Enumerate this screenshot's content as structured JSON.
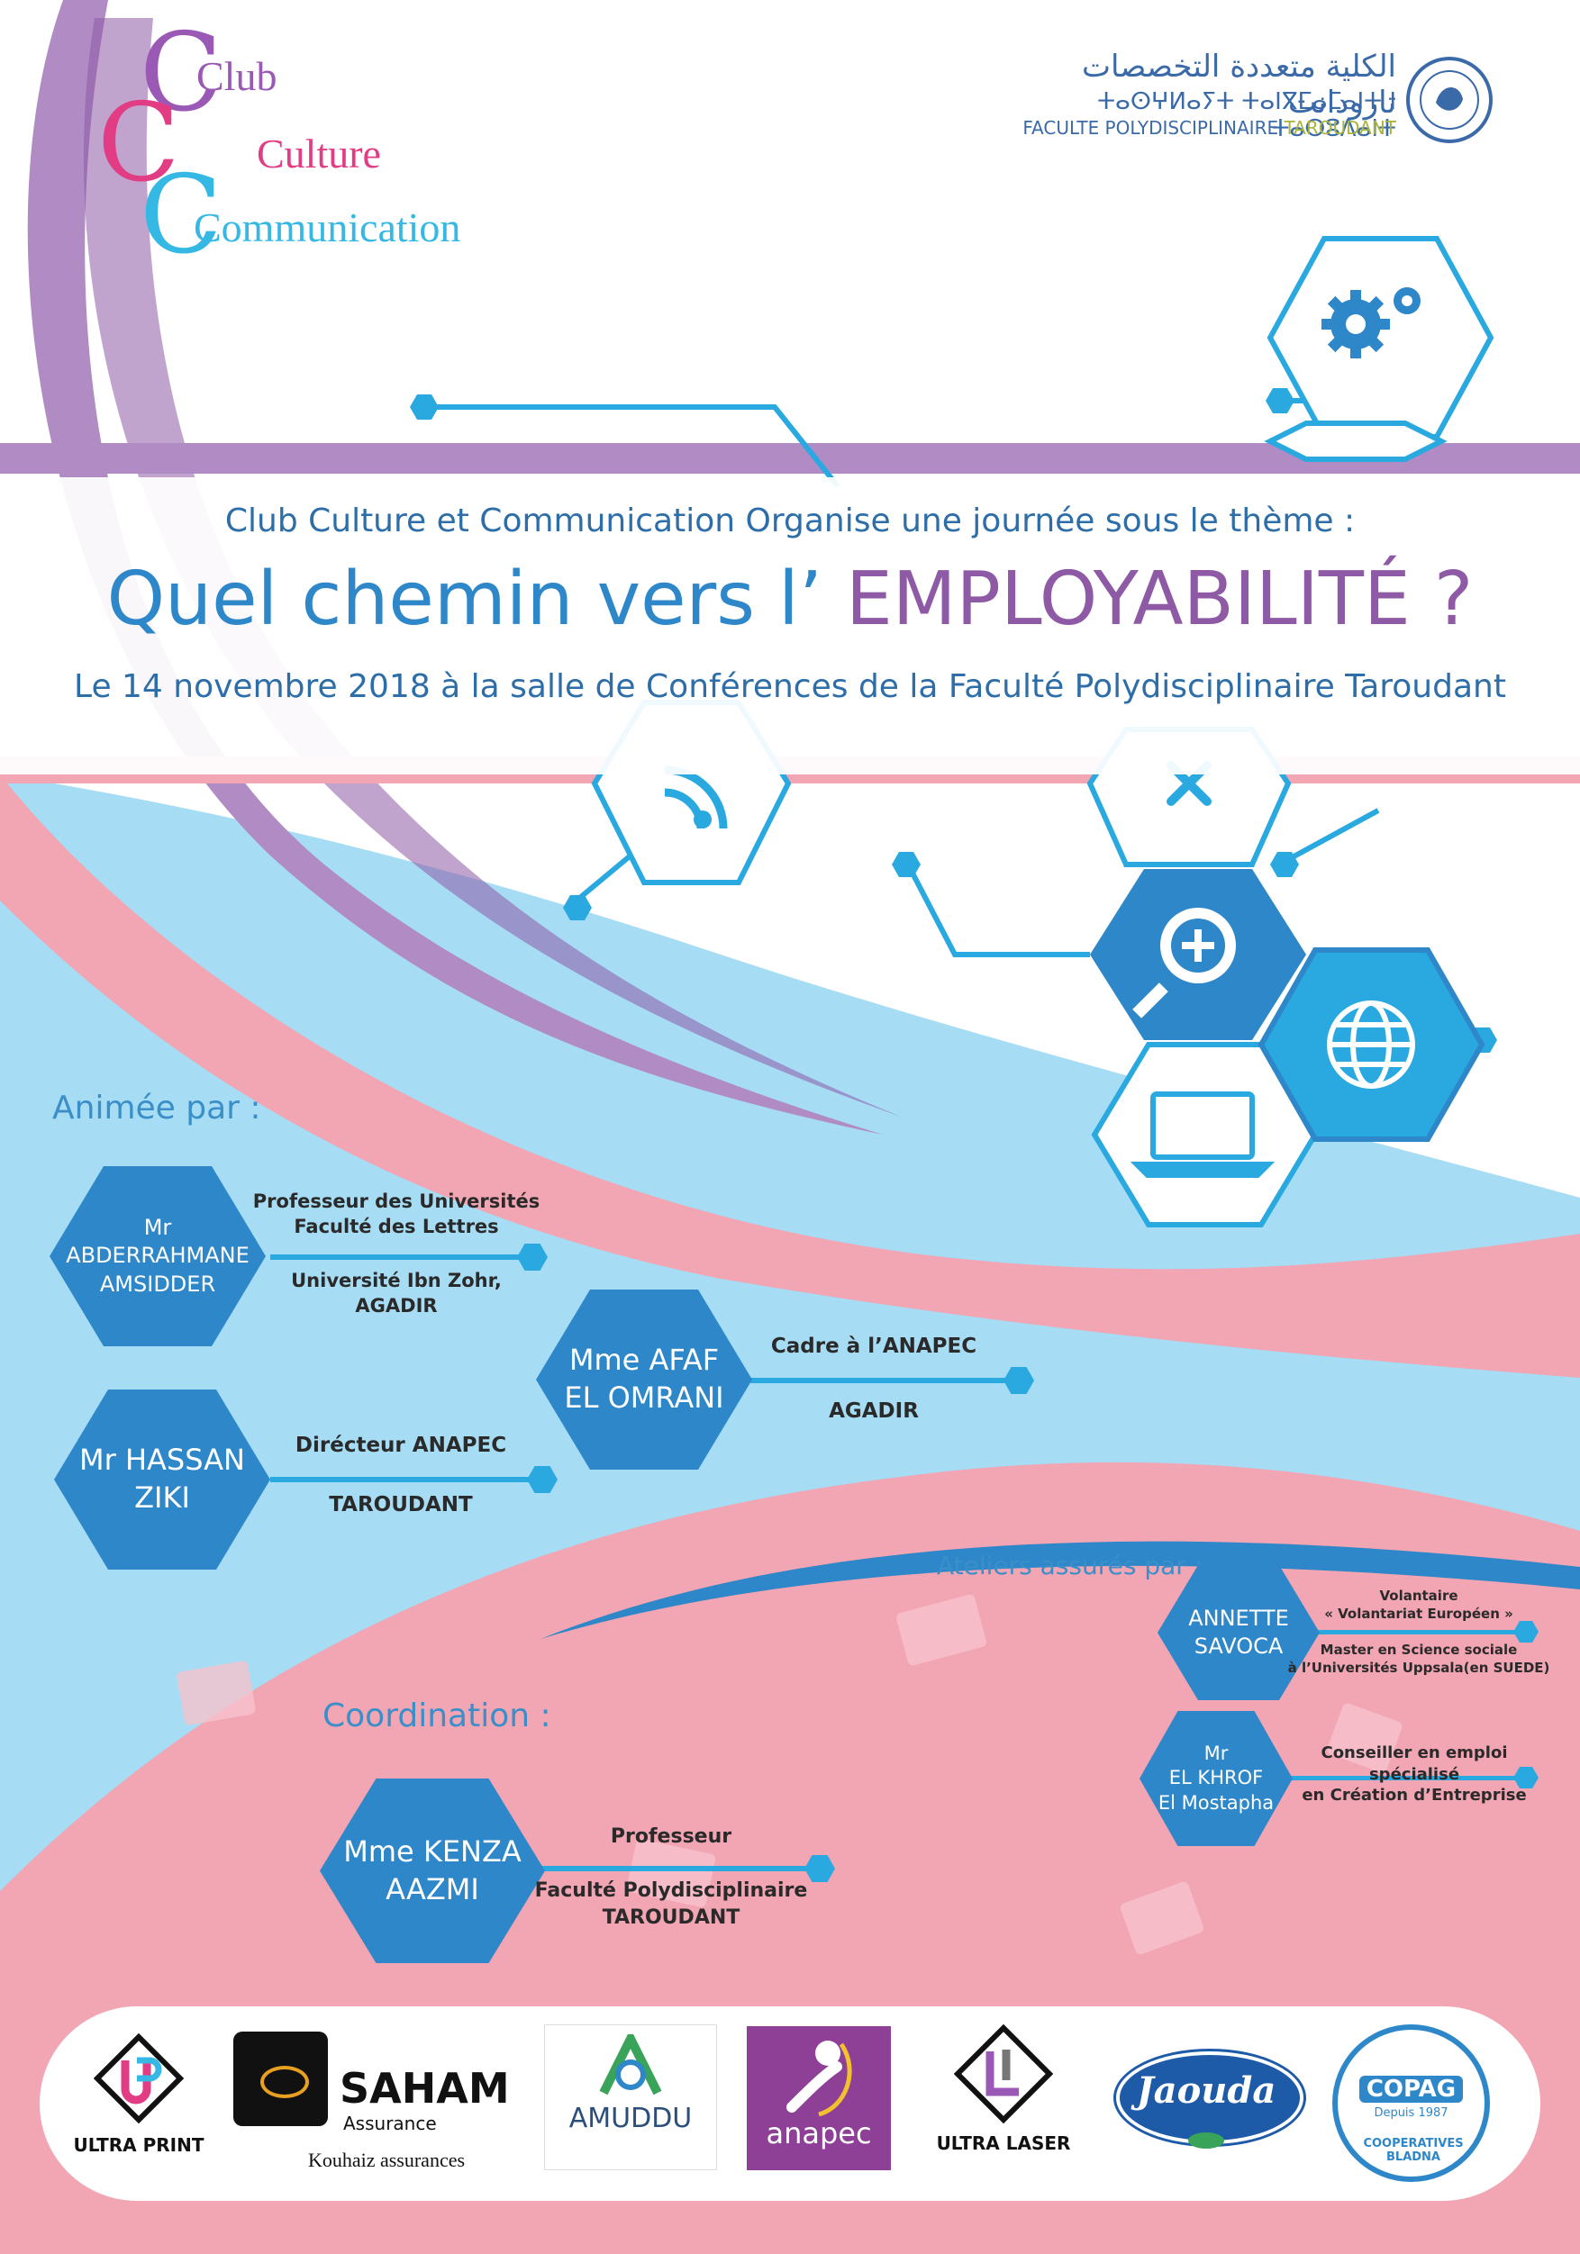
{
  "club_logo": {
    "letters": [
      "C",
      "C",
      "C"
    ],
    "words": [
      "Club",
      "Culture",
      "Communication"
    ]
  },
  "faculty_logo": {
    "arabic": "الكلية متعددة التخصصات تارودانت",
    "tifinagh": "ⵜⴰⵙⵖⵍⴰⵢⵜ ⵜⴰⵏⴳⵎⴰⵎⴰⵏⵜ ⵏ ⵜⴰⵔⵓⴷⴰⵏⵜ",
    "french_prefix": "FACULTE POLYDISCIPLINAIRE",
    "french_city": "TAROUDANT"
  },
  "header": {
    "intro": "Club Culture et Communication Organise une journée sous le thème :",
    "title_part1": "Quel chemin vers l’ ",
    "title_part2": "EMPLOYABILITÉ ?",
    "date_line": "Le 14 novembre 2018 à la salle de Conférences de la Faculté Polydisciplinaire Taroudant"
  },
  "animee": {
    "title": "Animée par :",
    "speakers": [
      {
        "name": [
          "Mr",
          "ABDERRAHMANE",
          "AMSIDDER"
        ],
        "role_top": [
          "Professeur des Universités",
          "Faculté des Lettres"
        ],
        "role_bottom": [
          "Université Ibn Zohr,",
          "AGADIR"
        ]
      },
      {
        "name": [
          "Mme AFAF",
          "EL OMRANI"
        ],
        "role_top": [
          "Cadre à l’ANAPEC"
        ],
        "role_bottom": [
          "AGADIR"
        ]
      },
      {
        "name": [
          "Mr HASSAN",
          "ZIKI"
        ],
        "role_top": [
          "Dirécteur ANAPEC"
        ],
        "role_bottom": [
          "TAROUDANT"
        ]
      }
    ]
  },
  "ateliers": {
    "title": "Ateliers assurés par :",
    "people": [
      {
        "name": [
          "ANNETTE",
          "SAVOCA"
        ],
        "role_top": [
          "Volantaire",
          "« Volantariat Européen »"
        ],
        "role_bottom": [
          "Master en Science sociale",
          "à l’Universités Uppsala(en SUEDE)"
        ]
      },
      {
        "name": [
          "Mr",
          "EL KHROF",
          "El Mostapha"
        ],
        "role_top": [
          "Conseiller en emploi spécialisé"
        ],
        "role_bottom": [
          "en Création d’Entreprise"
        ]
      }
    ]
  },
  "coordination": {
    "title": "Coordination :",
    "person": {
      "name": [
        "Mme KENZA",
        "AAZMI"
      ],
      "role_top": [
        "Professeur"
      ],
      "role_bottom": [
        "Faculté Polydisciplinaire",
        "TAROUDANT"
      ]
    }
  },
  "sponsors": {
    "ultra_print": "ULTRA PRINT",
    "saham": "SAHAM",
    "saham_sub": "Assurance",
    "saham_caption": "Kouhaiz assurances",
    "amuddu": "AMUDDU",
    "anapec": "anapec",
    "ultra_laser": "ULTRA LASER",
    "jaouda": "Jaouda",
    "copag": "COPAG",
    "copag_sub": "Depuis 1987",
    "copag_ring": "COOPERATIVES BLADNA"
  },
  "colors": {
    "blue": "#2e87c8",
    "cyan": "#2aa9e0",
    "purple": "#8e5aa6",
    "pink": "#f2a5b3",
    "lightblue": "#a6dcf4",
    "logo_magenta": "#e23c84",
    "logo_purple": "#9b59b6",
    "logo_cyan": "#36b8e4"
  }
}
